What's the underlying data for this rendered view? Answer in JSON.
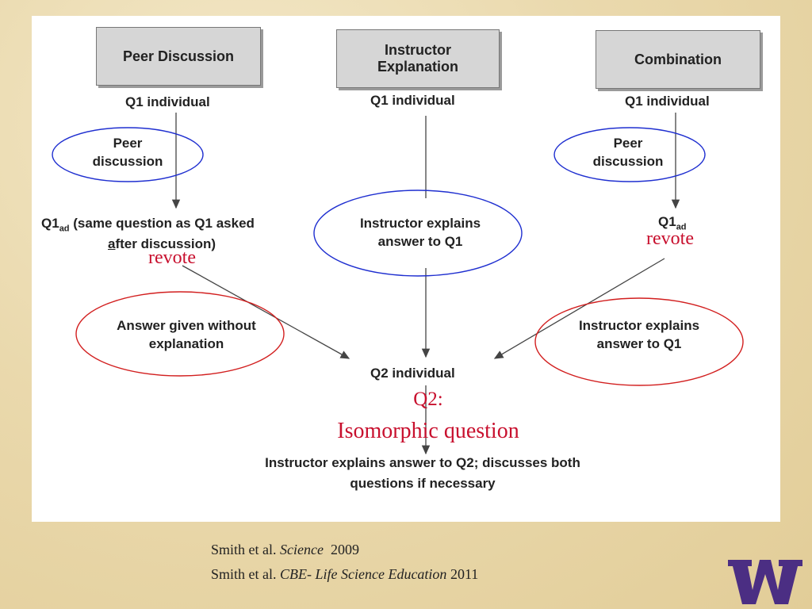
{
  "columns": {
    "peer": {
      "header": "Peer Discussion",
      "q1": "Q1 individual",
      "ellipse": "Peer discussion",
      "q1ad_base": "Q1",
      "q1ad_sub": "ad",
      "q1ad_text": " (same question as Q1 asked",
      "q1ad_line2_a": "a",
      "q1ad_line2_rest": "fter discussion)",
      "revote": "revote",
      "answer_ellipse": "Answer given without explanation"
    },
    "instructor": {
      "header": "Instructor Explanation",
      "q1": "Q1 individual",
      "ellipse": "Instructor explains answer to Q1"
    },
    "combination": {
      "header": "Combination",
      "q1": "Q1 individual",
      "ellipse": "Peer discussion",
      "q1ad_base": "Q1",
      "q1ad_sub": "ad",
      "revote": "revote",
      "explain_ellipse": "Instructor explains answer to Q1"
    }
  },
  "q2": {
    "label": "Q2 individual",
    "red_title": "Q2:",
    "red_subtitle": "Isomorphic question",
    "final_line1": "Instructor explains  answer to Q2; discusses both",
    "final_line2": "questions if necessary"
  },
  "citations": {
    "line1_a": "Smith et al. ",
    "line1_journal": "Science",
    "line1_year": "  2009",
    "line2_a": "Smith et al. ",
    "line2_journal": "CBE- Life Science Education",
    "line2_year": " 2011"
  },
  "colors": {
    "red": "#c8102e",
    "blue_ellipse": "#1f2fd0",
    "red_ellipse": "#d21f1f",
    "uw_purple": "#4b2e83"
  },
  "logo": "uw-w-logo"
}
